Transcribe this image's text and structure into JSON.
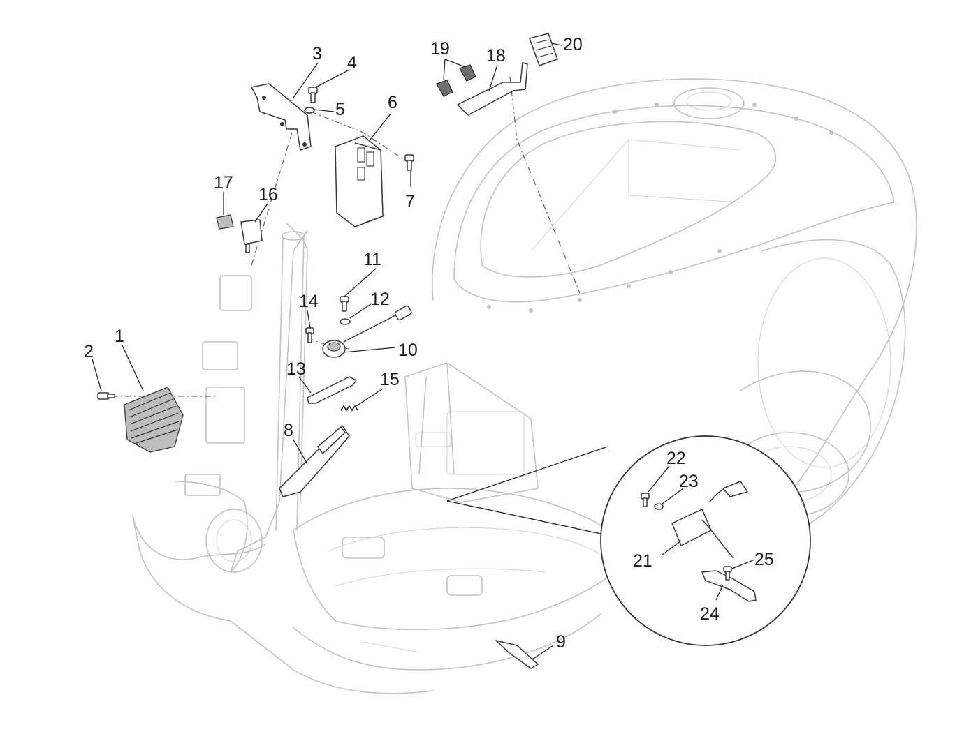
{
  "callouts": [
    {
      "id": "c1",
      "label": "1"
    },
    {
      "id": "c2",
      "label": "2"
    },
    {
      "id": "c3",
      "label": "3"
    },
    {
      "id": "c4",
      "label": "4"
    },
    {
      "id": "c5",
      "label": "5"
    },
    {
      "id": "c6",
      "label": "6"
    },
    {
      "id": "c7",
      "label": "7"
    },
    {
      "id": "c8",
      "label": "8"
    },
    {
      "id": "c9",
      "label": "9"
    },
    {
      "id": "c10",
      "label": "10"
    },
    {
      "id": "c11",
      "label": "11"
    },
    {
      "id": "c12",
      "label": "12"
    },
    {
      "id": "c13",
      "label": "13"
    },
    {
      "id": "c14",
      "label": "14"
    },
    {
      "id": "c15",
      "label": "15"
    },
    {
      "id": "c16",
      "label": "16"
    },
    {
      "id": "c17",
      "label": "17"
    },
    {
      "id": "c18",
      "label": "18"
    },
    {
      "id": "c19",
      "label": "19"
    },
    {
      "id": "c20",
      "label": "20"
    },
    {
      "id": "c21",
      "label": "21"
    },
    {
      "id": "c22",
      "label": "22"
    },
    {
      "id": "c23",
      "label": "23"
    },
    {
      "id": "c24",
      "label": "24"
    },
    {
      "id": "c25",
      "label": "25"
    }
  ],
  "colors": {
    "background": "#ffffff",
    "body_outline": "#c3c3c3",
    "part_outline": "#3a3a3a",
    "text": "#1a1a1a"
  }
}
